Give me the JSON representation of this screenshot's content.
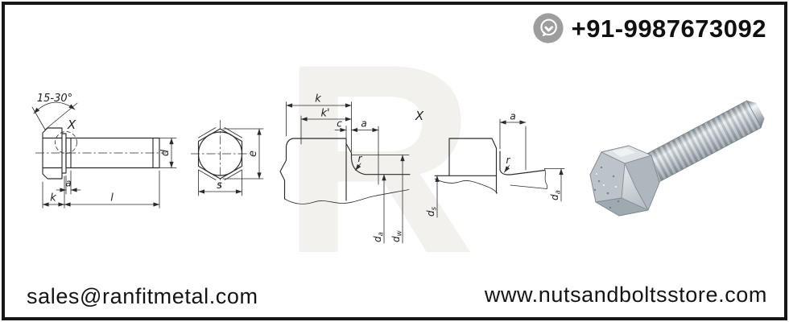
{
  "contact": {
    "phone": "+91-9987673092",
    "email": "sales@ranfitmetal.com",
    "website": "www.nutsandboltsstore.com"
  },
  "watermark": "R",
  "diagram": {
    "angle_label": "15-30°",
    "detail_marker": "X",
    "dims": {
      "d": "d",
      "a": "a",
      "k": "k",
      "l": "l",
      "s": "s",
      "e": "e",
      "k_prime": "k'",
      "c": "c",
      "r": "r",
      "d_base": "d",
      "sub_a": "a",
      "sub_w": "w",
      "sub_s": "s"
    }
  },
  "colors": {
    "frame": "#161616",
    "drawing_line": "#2b2b2b",
    "watermark": "#f2f1ee",
    "whatsapp_circle": "#9d9d9d",
    "zinc_light": "#dde2e5",
    "zinc_mid": "#bcc4ca",
    "zinc_dark": "#8b959c"
  }
}
